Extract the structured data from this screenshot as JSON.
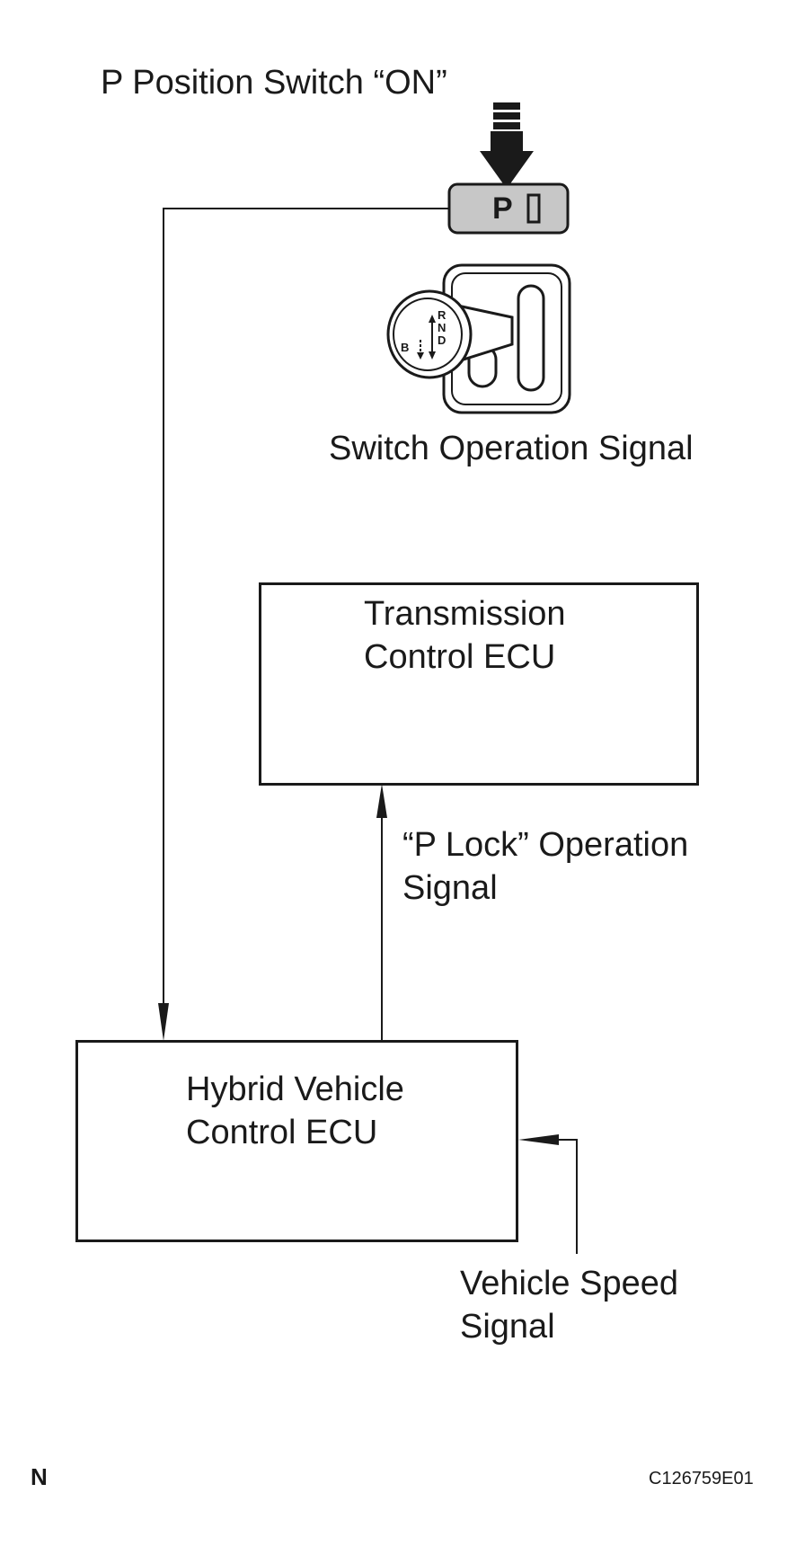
{
  "labels": {
    "p_switch_on": "P Position Switch “ON”",
    "switch_operation_signal": "Switch Operation Signal",
    "p_lock_line1": "“P Lock” Operation",
    "p_lock_line2": "Signal",
    "vehicle_speed_line1": "Vehicle Speed",
    "vehicle_speed_line2": "Signal"
  },
  "p_button": {
    "letter": "P"
  },
  "shift_knob": {
    "letters": [
      "R",
      "N",
      "D",
      "B"
    ]
  },
  "boxes": {
    "transmission_ecu": {
      "line1": "Transmission",
      "line2": "Control ECU"
    },
    "hybrid_ecu": {
      "line1": "Hybrid Vehicle",
      "line2": "Control ECU"
    }
  },
  "footer": {
    "corner_mark": "N",
    "figure_code": "C126759E01"
  }
}
